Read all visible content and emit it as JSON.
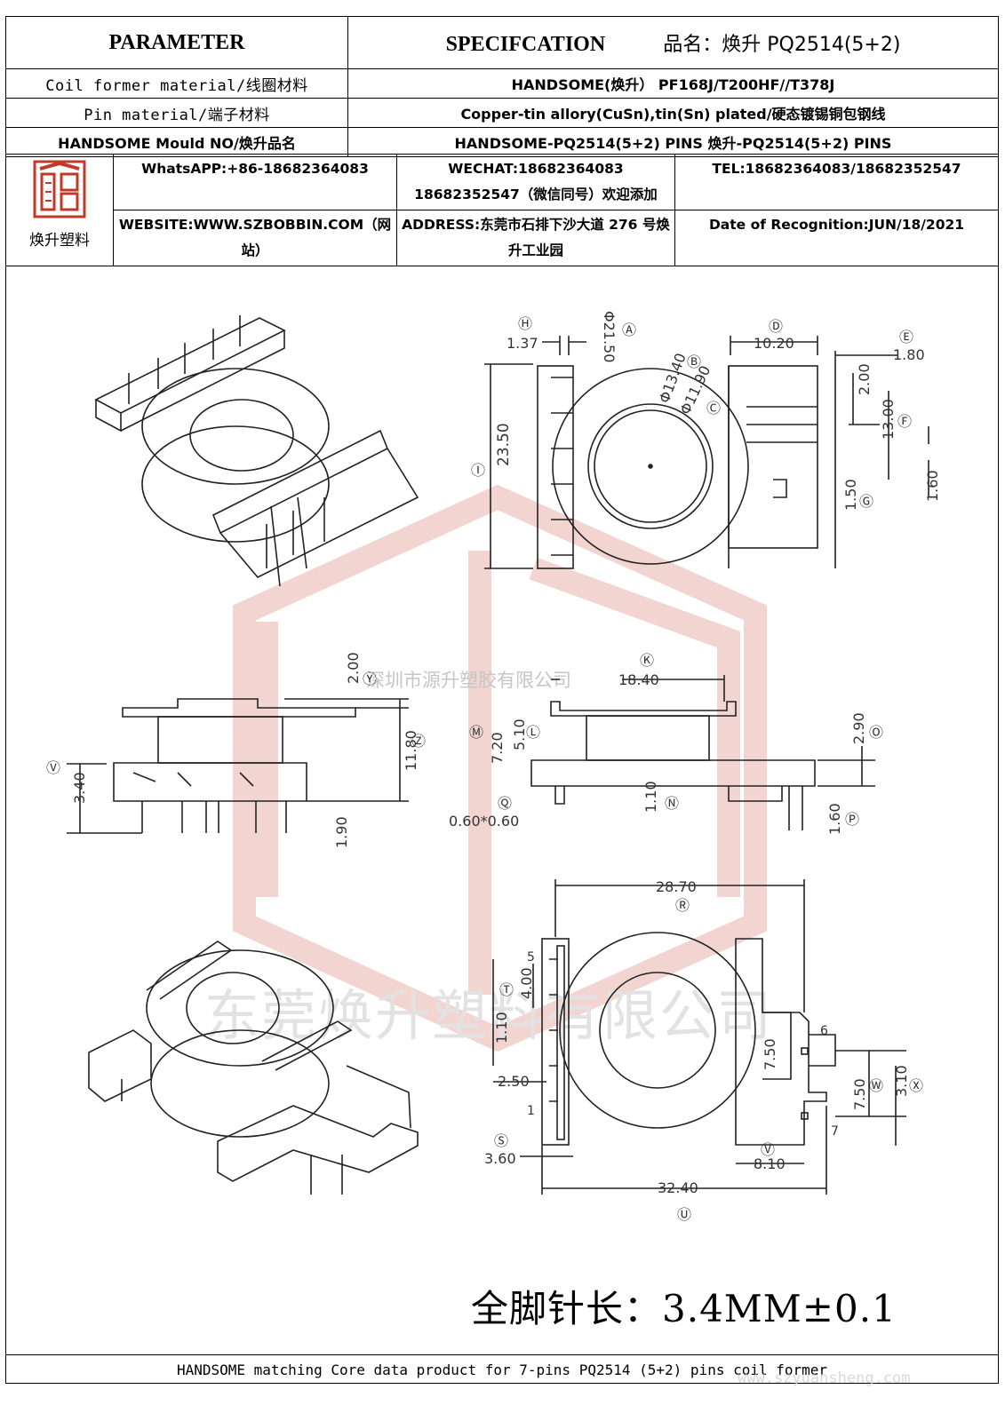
{
  "header": {
    "col1": "PARAMETER",
    "col2": "SPECIFCATION",
    "product_label": "品名：焕升 PQ2514(5+2)"
  },
  "rows": [
    {
      "label": "Coil former material/线圈材料",
      "value": "HANDSOME(焕升） PF168J/T200HF//T378J"
    },
    {
      "label": "Pin material/端子材料",
      "value": "Copper-tin allory(CuSn),tin(Sn) plated/硬态镀锡铜包钢线"
    },
    {
      "label": "HANDSOME Mould NO/焕升品名",
      "value": "HANDSOME-PQ2514(5+2) PINS 焕升-PQ2514(5+2) PINS"
    }
  ],
  "contact": {
    "logo_text": "焕升塑料",
    "whatsapp": "WhatsAPP:+86-18682364083",
    "wechat": "WECHAT:18682364083 18682352547（微信同号）欢迎添加",
    "tel": "TEL:18682364083/18682352547",
    "website": "WEBSITE:WWW.SZBOBBIN.COM（网站）",
    "address": "ADDRESS:东莞市石排下沙大道 276 号焕升工业园",
    "date": "Date of Recognition:JUN/18/2021"
  },
  "drawing": {
    "dims_top": {
      "H": "1.37",
      "A": "Φ21.50",
      "B": "Φ13.40",
      "C": "Φ11.90",
      "D": "10.20",
      "E": "1.80",
      "two": "2.00",
      "F": "13.00",
      "I": "23.50",
      "G": "1.50",
      "g2": "1.60"
    },
    "dims_side": {
      "Y": "2.00",
      "Z": "11.80",
      "V": "3.40",
      "pin": "1.90",
      "K": "18.40",
      "M": "7.20",
      "L": "5.10",
      "O": "2.90",
      "N": "1.10",
      "Q": "0.60*0.60",
      "P": "1.60"
    },
    "dims_bottom": {
      "R": "28.70",
      "T": "4.00",
      "t2": "1.10",
      "s1": "2.50",
      "S": "3.60",
      "W": "7.50",
      "w2": "7.50",
      "X": "3.10",
      "V2": "8.10",
      "U": "32.40"
    },
    "pins": [
      "5",
      "1",
      "6",
      "7"
    ],
    "letters": [
      "A",
      "B",
      "C",
      "D",
      "E",
      "F",
      "G",
      "H",
      "I",
      "K",
      "L",
      "M",
      "N",
      "O",
      "P",
      "Q",
      "R",
      "S",
      "T",
      "U",
      "V",
      "W",
      "X",
      "Y",
      "Z"
    ]
  },
  "watermarks": {
    "line1": "深圳市源升塑胶有限公司",
    "line2": "东莞焕升塑料有限公司",
    "url": "www.szyuansheng.com"
  },
  "pin_length": "全脚针长：3.4MM±0.1",
  "footer": "HANDSOME matching Core data product for 7-pins PQ2514 (5+2) pins coil former",
  "colors": {
    "logo_red": "#c0392b",
    "watermark": "#e9b8b4"
  }
}
